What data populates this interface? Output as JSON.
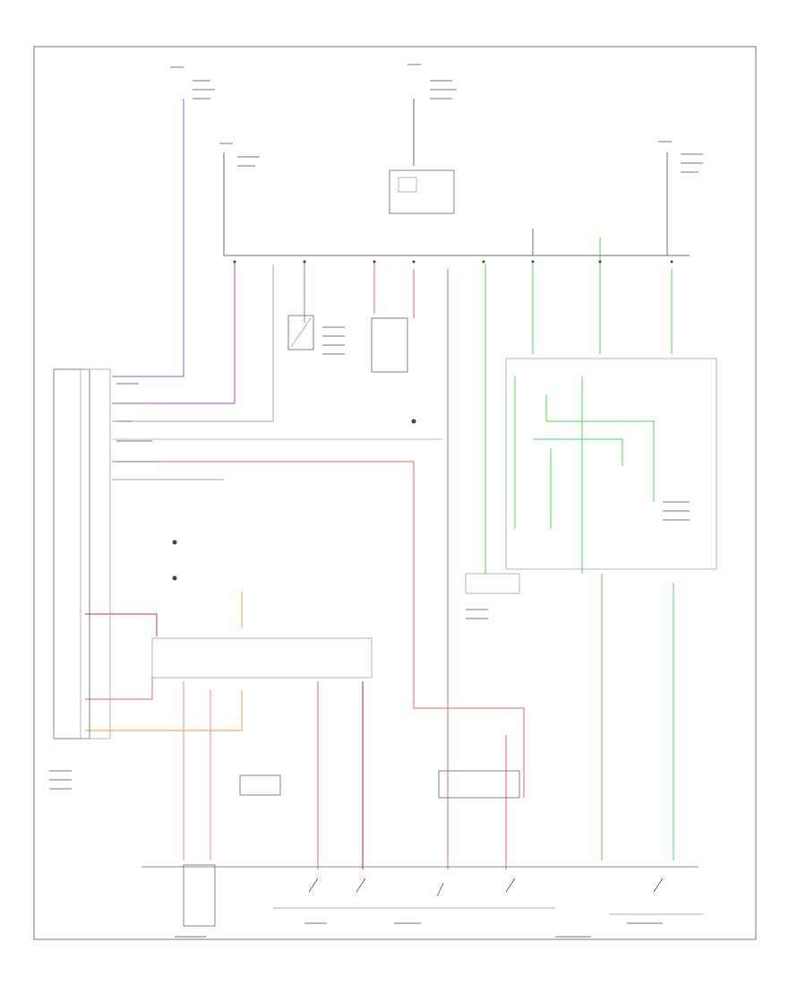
{
  "colors": {
    "frame": "#555555",
    "black_wire": "#777777",
    "gray_wire": "#bbbbbb",
    "blue_wire": "#8a8af0",
    "purple_wire": "#b070d0",
    "red_wire": "#f08080",
    "green_wire": "#70e070",
    "orange_wire": "#f0b060",
    "brown_wire": "#c0a070",
    "dark_red_wire": "#c06060",
    "pink_wire": "#f0a0a0"
  },
  "icons": [
    "ground-symbol",
    "switch-symbol",
    "relay-coil-symbol",
    "splice-dot"
  ]
}
